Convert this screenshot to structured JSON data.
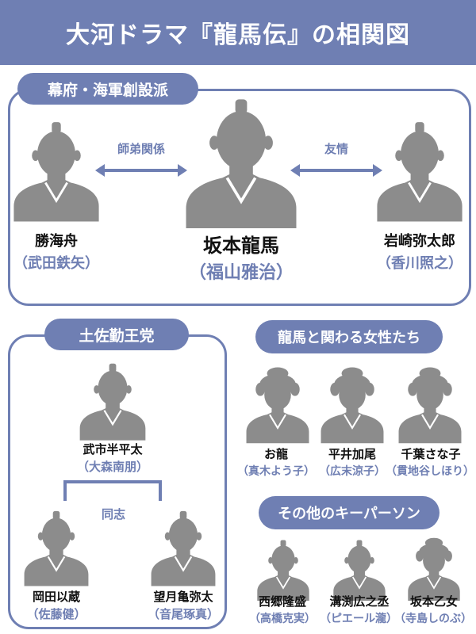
{
  "title": "大河ドラマ『龍馬伝』の相関図",
  "groups": {
    "bakufu": {
      "label": "幕府・海軍創設派",
      "members": [
        {
          "name": "勝海舟",
          "actor": "（武田鉄矢）"
        },
        {
          "name": "坂本龍馬",
          "actor": "（福山雅治）"
        },
        {
          "name": "岩崎弥太郎",
          "actor": "（香川照之）"
        }
      ],
      "relations": {
        "left": "師弟関係",
        "right": "友情"
      }
    },
    "tosa": {
      "label": "土佐勤王党",
      "leader": {
        "name": "武市半平太",
        "actor": "（大森南朋）"
      },
      "relation": "同志",
      "members": [
        {
          "name": "岡田以蔵",
          "actor": "（佐藤健）"
        },
        {
          "name": "望月亀弥太",
          "actor": "（音尾琢真）"
        }
      ]
    },
    "women": {
      "label": "龍馬と関わる女性たち",
      "members": [
        {
          "name": "お龍",
          "actor": "（真木よう子）"
        },
        {
          "name": "平井加尾",
          "actor": "（広末涼子）"
        },
        {
          "name": "千葉さな子",
          "actor": "（貫地谷しほり）"
        }
      ]
    },
    "others": {
      "label": "その他のキーパーソン",
      "members": [
        {
          "name": "西郷隆盛",
          "actor": "（高橋克実）"
        },
        {
          "name": "溝渕広之丞",
          "actor": "（ピエール瀧）"
        },
        {
          "name": "坂本乙女",
          "actor": "（寺島しのぶ）"
        }
      ]
    }
  },
  "colors": {
    "accent": "#6f7fb3",
    "silhouette": "#8c8c8c"
  }
}
